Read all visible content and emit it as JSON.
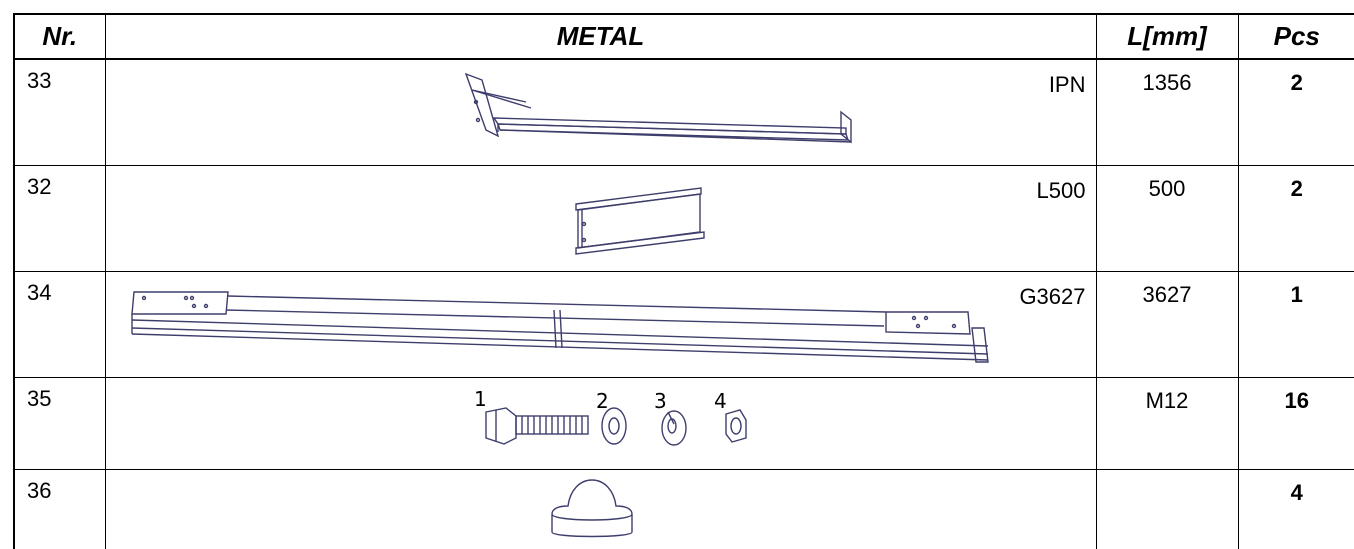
{
  "header": {
    "nr": "Nr.",
    "metal": "METAL",
    "length": "L[mm]",
    "pcs": "Pcs"
  },
  "rows": [
    {
      "nr": "33",
      "code": "IPN",
      "length": "1356",
      "pcs": "2",
      "icon": "ipn-beam-icon"
    },
    {
      "nr": "32",
      "code": "L500",
      "length": "500",
      "pcs": "2",
      "icon": "short-i-beam-icon"
    },
    {
      "nr": "34",
      "code": "G3627",
      "length": "3627",
      "pcs": "1",
      "icon": "long-beam-icon"
    },
    {
      "nr": "35",
      "code": "",
      "length": "M12",
      "pcs": "16",
      "icon": "bolt-set-icon",
      "parts": [
        "1",
        "2",
        "3",
        "4"
      ]
    },
    {
      "nr": "36",
      "code": "",
      "length": "",
      "pcs": "4",
      "icon": "cap-icon"
    }
  ],
  "colors": {
    "line": "#000000",
    "drawing": "#3e3e6c"
  }
}
